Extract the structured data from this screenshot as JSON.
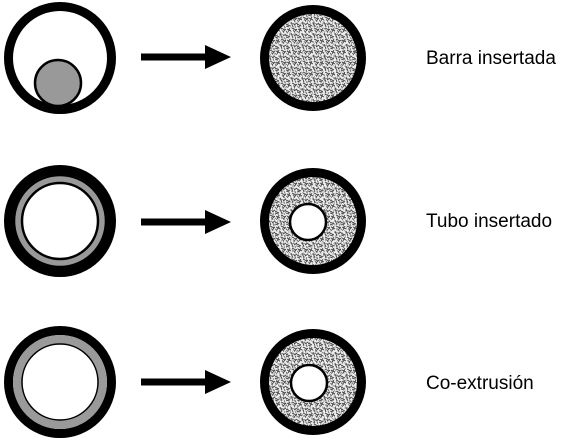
{
  "rows": [
    {
      "id": "rod",
      "label": "Barra insertada"
    },
    {
      "id": "tube",
      "label": "Tubo insertado"
    },
    {
      "id": "coextrusion",
      "label": "Co-extrusión"
    }
  ],
  "colors": {
    "outer_ring": "#000000",
    "inserted_rod": "#999999",
    "tube_wall": "#999999",
    "coextruded_layer": "#9a9a9a",
    "fused_texture_base": "#eeeeee",
    "fused_texture_strokes": "#333333",
    "arrow": "#000000",
    "background": "#ffffff"
  }
}
